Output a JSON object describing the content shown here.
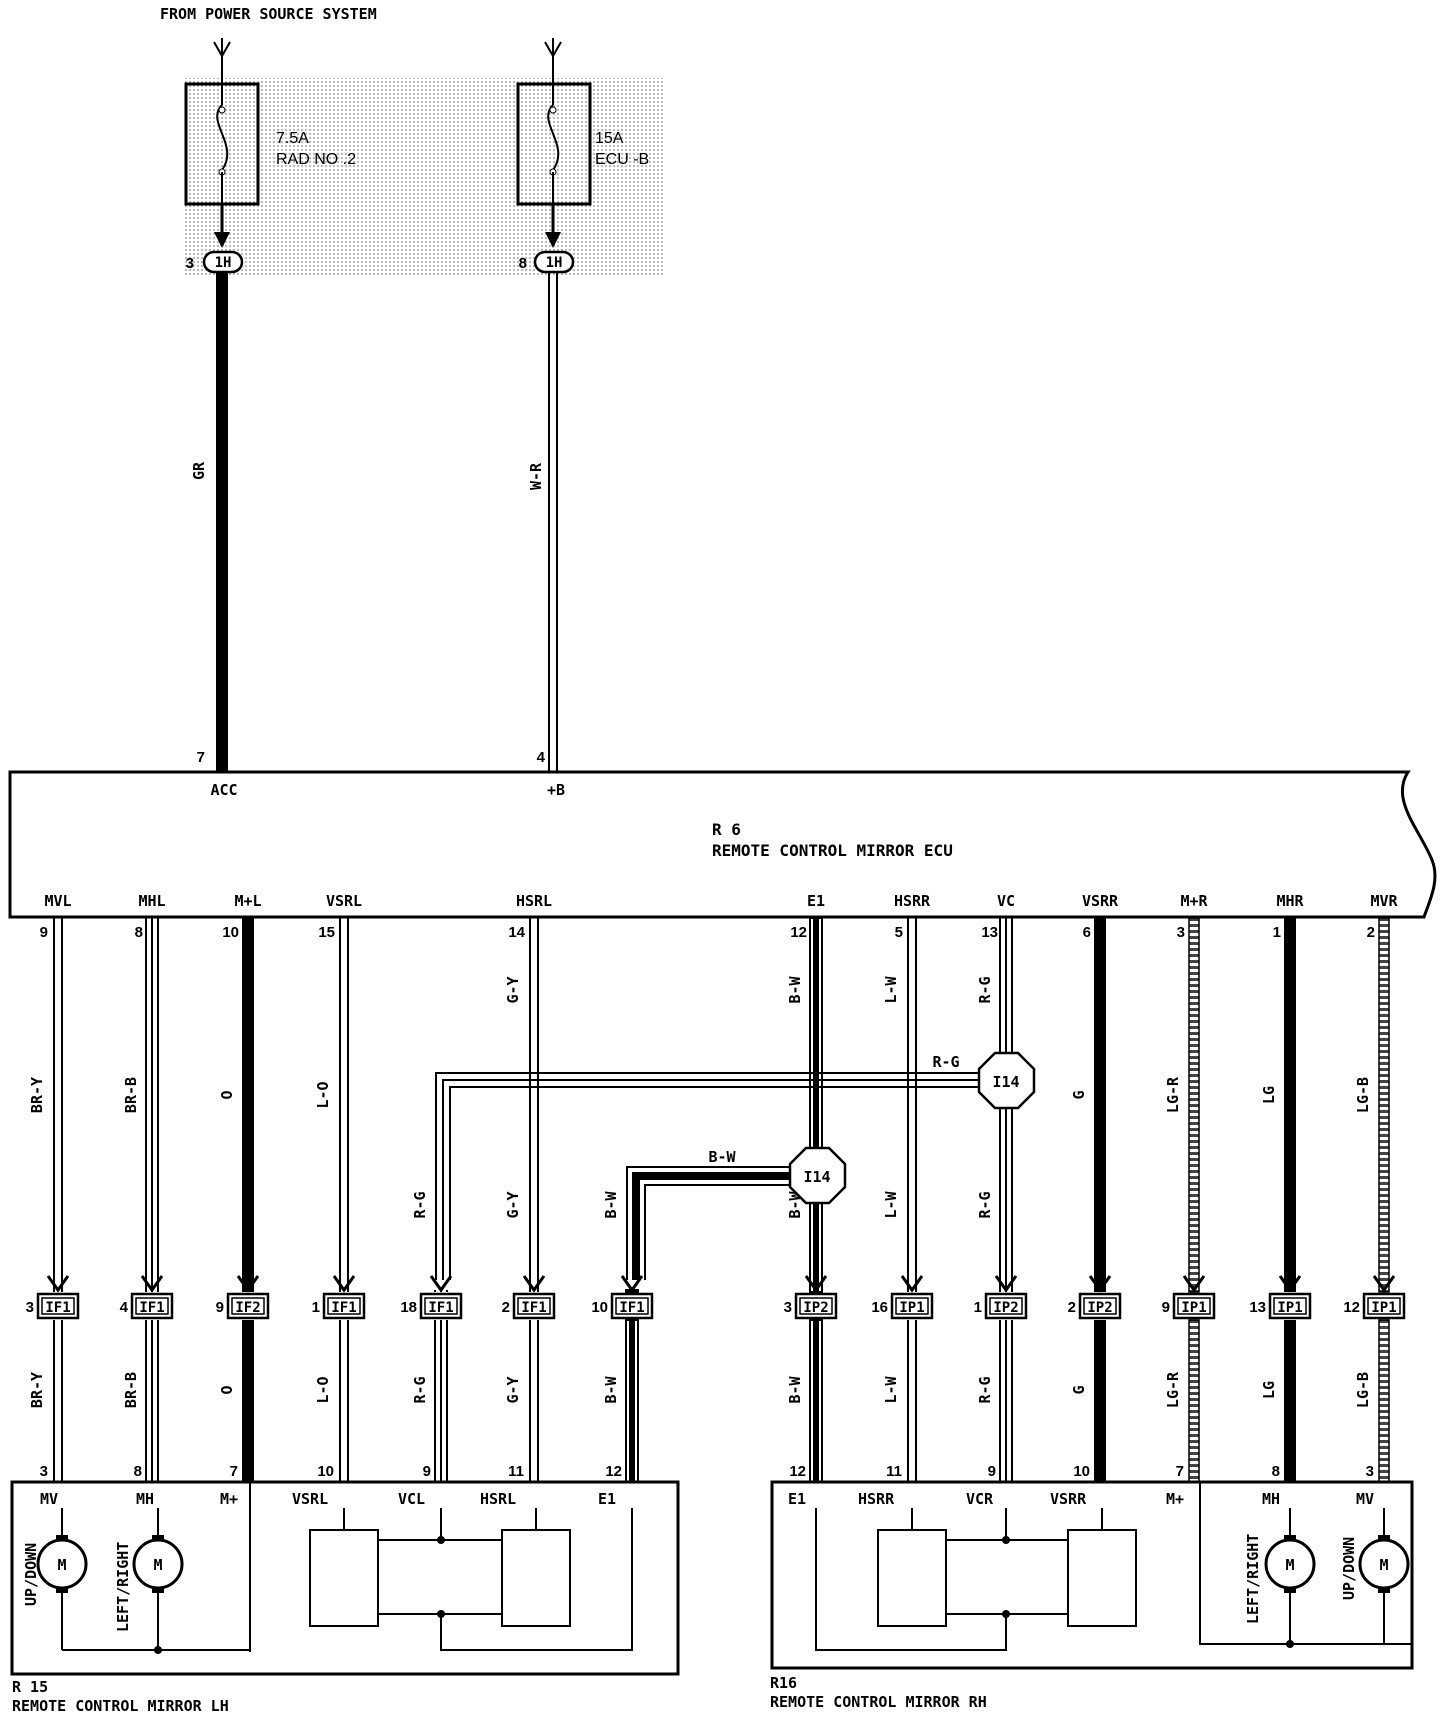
{
  "source": {
    "label": "FROM POWER SOURCE SYSTEM"
  },
  "fuses": [
    {
      "id": "fuse-rad",
      "amp": "7.5A",
      "name": "RAD NO .2",
      "pin": "3",
      "connector": "1H"
    },
    {
      "id": "fuse-ecu",
      "amp": "15A",
      "name": "ECU -B",
      "pin": "8",
      "connector": "1H"
    }
  ],
  "top_wires": [
    {
      "color": "GR",
      "pin": "7",
      "terminal": "ACC"
    },
    {
      "color": "W-R",
      "pin": "4",
      "terminal": "+B"
    }
  ],
  "ecu": {
    "code": "R 6",
    "name": "REMOTE CONTROL MIRROR ECU",
    "terminals": [
      {
        "label": "MVL",
        "pin": "9"
      },
      {
        "label": "MHL",
        "pin": "8"
      },
      {
        "label": "M+L",
        "pin": "10"
      },
      {
        "label": "VSRL",
        "pin": "15"
      },
      {
        "label": "HSRL",
        "pin": "14"
      },
      {
        "label": "E1",
        "pin": "12"
      },
      {
        "label": "HSRR",
        "pin": "5"
      },
      {
        "label": "VC",
        "pin": "13"
      },
      {
        "label": "VSRR",
        "pin": "6"
      },
      {
        "label": "M+R",
        "pin": "3"
      },
      {
        "label": "MHR",
        "pin": "1"
      },
      {
        "label": "MVR",
        "pin": "2"
      }
    ]
  },
  "splices": [
    {
      "label": "I14",
      "branch_color": "R-G"
    },
    {
      "label": "I14",
      "branch_color": "B-W"
    }
  ],
  "wire_runs": [
    {
      "upper": "BR-Y",
      "jpin": "3",
      "jconn": "IF1",
      "lower": "BR-Y",
      "mpin": "3"
    },
    {
      "upper": "BR-B",
      "jpin": "4",
      "jconn": "IF1",
      "lower": "BR-B",
      "mpin": "8"
    },
    {
      "upper": "O",
      "jpin": "9",
      "jconn": "IF2",
      "lower": "O",
      "mpin": "7"
    },
    {
      "upper": "L-O",
      "jpin": "1",
      "jconn": "IF1",
      "lower": "L-O",
      "mpin": "10"
    },
    {
      "upper": "R-G",
      "jpin": "18",
      "jconn": "IF1",
      "lower": "R-G",
      "mpin": "9"
    },
    {
      "upper": "G-Y",
      "upper2": "G-Y",
      "jpin": "2",
      "jconn": "IF1",
      "lower": "G-Y",
      "mpin": "11"
    },
    {
      "upper": "B-W",
      "jpin": "10",
      "jconn": "IF1",
      "lower": "B-W",
      "mpin": "12"
    },
    {
      "upper": "B-W",
      "upper2": "B-W",
      "jpin": "3",
      "jconn": "IP2",
      "lower": "B-W",
      "mpin": "12"
    },
    {
      "upper": "L-W",
      "upper2": "L-W",
      "jpin": "16",
      "jconn": "IP1",
      "lower": "L-W",
      "mpin": "11"
    },
    {
      "upper": "R-G",
      "upper2": "R-G",
      "jpin": "1",
      "jconn": "IP2",
      "lower": "R-G",
      "mpin": "9"
    },
    {
      "upper": "G",
      "jpin": "2",
      "jconn": "IP2",
      "lower": "G",
      "mpin": "10"
    },
    {
      "upper": "LG-R",
      "jpin": "9",
      "jconn": "IP1",
      "lower": "LG-R",
      "mpin": "7"
    },
    {
      "upper": "LG",
      "jpin": "13",
      "jconn": "IP1",
      "lower": "LG",
      "mpin": "8"
    },
    {
      "upper": "LG-B",
      "jpin": "12",
      "jconn": "IP1",
      "lower": "LG-B",
      "mpin": "3"
    }
  ],
  "mirror_lh": {
    "code": "R 15",
    "name": "REMOTE CONTROL MIRROR LH",
    "terminals": [
      "MV",
      "MH",
      "M+",
      "VSRL",
      "VCL",
      "HSRL",
      "E1"
    ],
    "motors": [
      {
        "label": "UP/DOWN",
        "symbol": "M"
      },
      {
        "label": "LEFT/RIGHT",
        "symbol": "M"
      }
    ]
  },
  "mirror_rh": {
    "code": "R16",
    "name": "REMOTE CONTROL MIRROR RH",
    "terminals": [
      "E1",
      "HSRR",
      "VCR",
      "VSRR",
      "M+",
      "MH",
      "MV"
    ],
    "motors": [
      {
        "label": "LEFT/RIGHT",
        "symbol": "M"
      },
      {
        "label": "UP/DOWN",
        "symbol": "M"
      }
    ]
  }
}
